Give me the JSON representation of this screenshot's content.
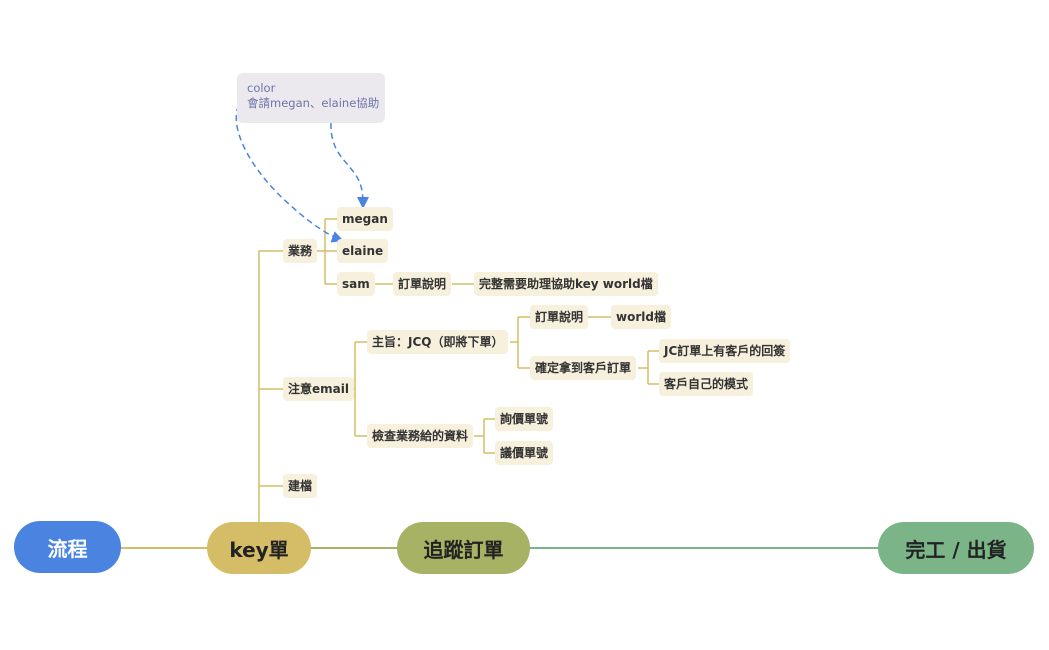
{
  "main_flow": {
    "process": "流程",
    "key_order": "key單",
    "track_order": "追蹤訂單",
    "complete_ship": "完工 / 出貨"
  },
  "branches": {
    "sales": {
      "label": "業務",
      "members": [
        "megan",
        "elaine",
        "sam"
      ],
      "sam_step": "訂單說明",
      "sam_detail": "完整需要助理協助key world檔"
    },
    "email": {
      "label": "注意email",
      "subject": {
        "label": "主旨：JCQ（即將下單）",
        "order_desc": "訂單說明",
        "world_file": "world檔",
        "confirm": "確定拿到客戶訂單",
        "jc_reply": "JC訂單上有客戶的回簽",
        "own_mode": "客戶自己的模式"
      },
      "check": {
        "label": "檢查業務給的資料",
        "inquiry_no": "詢價單號",
        "negotiation_no": "議價單號"
      }
    },
    "filing": {
      "label": "建檔"
    }
  },
  "note": {
    "line1": "color",
    "line2": "會請megan、elaine協助"
  },
  "colors": {
    "process": "#4a84e0",
    "key_order": "#d4bd66",
    "track_order": "#a7b264",
    "complete_ship": "#7ab487",
    "branch_line": "#d4bd66",
    "node_bg": "#f6f0dc",
    "note_bg": "#ece9ee",
    "dashed_arrow": "#4a84e0"
  }
}
